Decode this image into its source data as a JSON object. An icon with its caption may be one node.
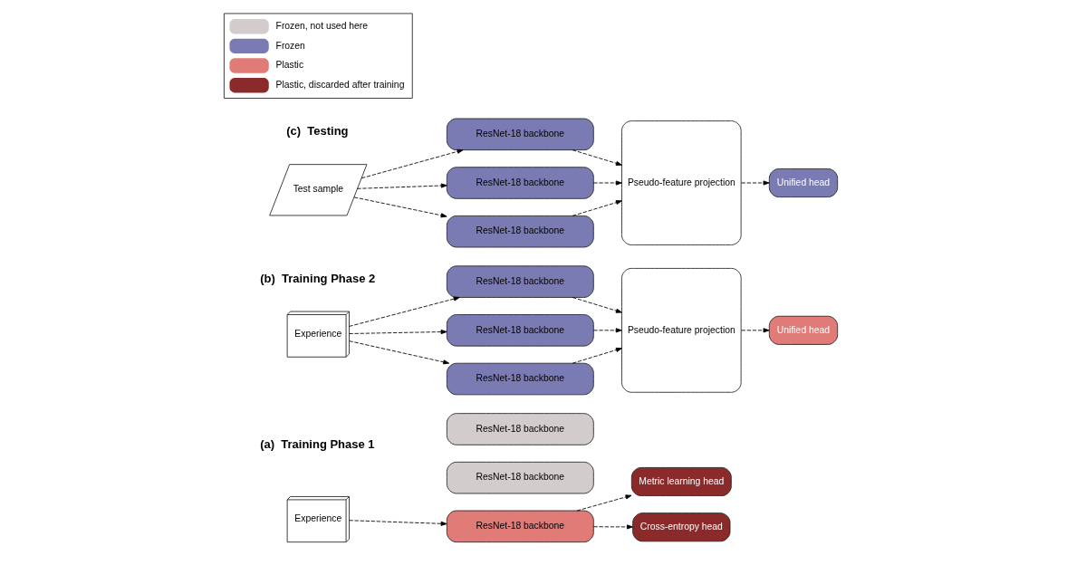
{
  "diagram": {
    "nodes": [
      {
        "text": [
          "ResNet-18 backbone"
        ]
      },
      {
        "text": [
          "ResNet-18 backbone"
        ]
      },
      {
        "text": [
          "Experience"
        ]
      },
      {
        "text": [
          "ResNet-18 backbone"
        ]
      },
      {
        "text": [
          "Cross-entropy head"
        ]
      },
      {
        "text": [
          "Metric learning head"
        ]
      },
      {
        "text": [
          "Experience"
        ]
      },
      {
        "text": [
          "ResNet-18 backbone"
        ]
      },
      {
        "text": [
          "ResNet-18 backbone"
        ]
      },
      {
        "text": [
          "ResNet-18 backbone"
        ]
      },
      {
        "text": [
          "Pseudo-feature projection"
        ]
      },
      {
        "text": [
          "Unified head"
        ]
      },
      {
        "text": [
          "Test sample"
        ]
      },
      {
        "text": [
          "ResNet-18 backbone"
        ]
      },
      {
        "text": [
          "ResNet-18 backbone"
        ]
      },
      {
        "text": [
          "ResNet-18 backbone"
        ]
      },
      {
        "text": [
          "Pseudo-feature projection"
        ]
      },
      {
        "text": [
          "Unified head"
        ]
      }
    ],
    "edges": [
      {
        "from": 2,
        "to": 3,
        "arrow": "to",
        "style": "dashed"
      },
      {
        "from": 3,
        "to": 4,
        "arrow": "to",
        "style": "dashed"
      },
      {
        "from": 3,
        "to": 5,
        "arrow": "to",
        "style": "dashed"
      },
      {
        "from": 6,
        "to": 7,
        "arrow": "to",
        "style": "dashed"
      },
      {
        "from": 6,
        "to": 8,
        "arrow": "to",
        "style": "dashed"
      },
      {
        "from": 6,
        "to": 9,
        "arrow": "to",
        "style": "dashed"
      },
      {
        "from": 7,
        "to": 10,
        "arrow": "to",
        "style": "dashed"
      },
      {
        "from": 8,
        "to": 10,
        "arrow": "to",
        "style": "dashed"
      },
      {
        "from": 9,
        "to": 10,
        "arrow": "to",
        "style": "dashed"
      },
      {
        "from": 10,
        "to": 11,
        "arrow": "to",
        "style": "dashed"
      },
      {
        "from": 12,
        "to": 13,
        "arrow": "to",
        "style": "dashed"
      },
      {
        "from": 12,
        "to": 14,
        "arrow": "to",
        "style": "dashed"
      },
      {
        "from": 12,
        "to": 15,
        "arrow": "to",
        "style": "dashed"
      },
      {
        "from": 13,
        "to": 16,
        "arrow": "to",
        "style": "dashed"
      },
      {
        "from": 14,
        "to": 16,
        "arrow": "to",
        "style": "dashed"
      },
      {
        "from": 15,
        "to": 16,
        "arrow": "to",
        "style": "dashed"
      },
      {
        "from": 16,
        "to": 17,
        "arrow": "to",
        "style": "dashed"
      }
    ],
    "labels": [
      "(a)  Training Phase 1",
      "(b)  Training Phase 2",
      "(c)  Testing"
    ],
    "legend": [
      {
        "text": "Frozen, not used here",
        "color": "#d3cccc"
      },
      {
        "text": "Frozen",
        "color": "#7b7bb3"
      },
      {
        "text": "Plastic",
        "color": "#e07b78"
      },
      {
        "text": "Plastic, discarded after training",
        "color": "#8b2a2a"
      }
    ]
  }
}
